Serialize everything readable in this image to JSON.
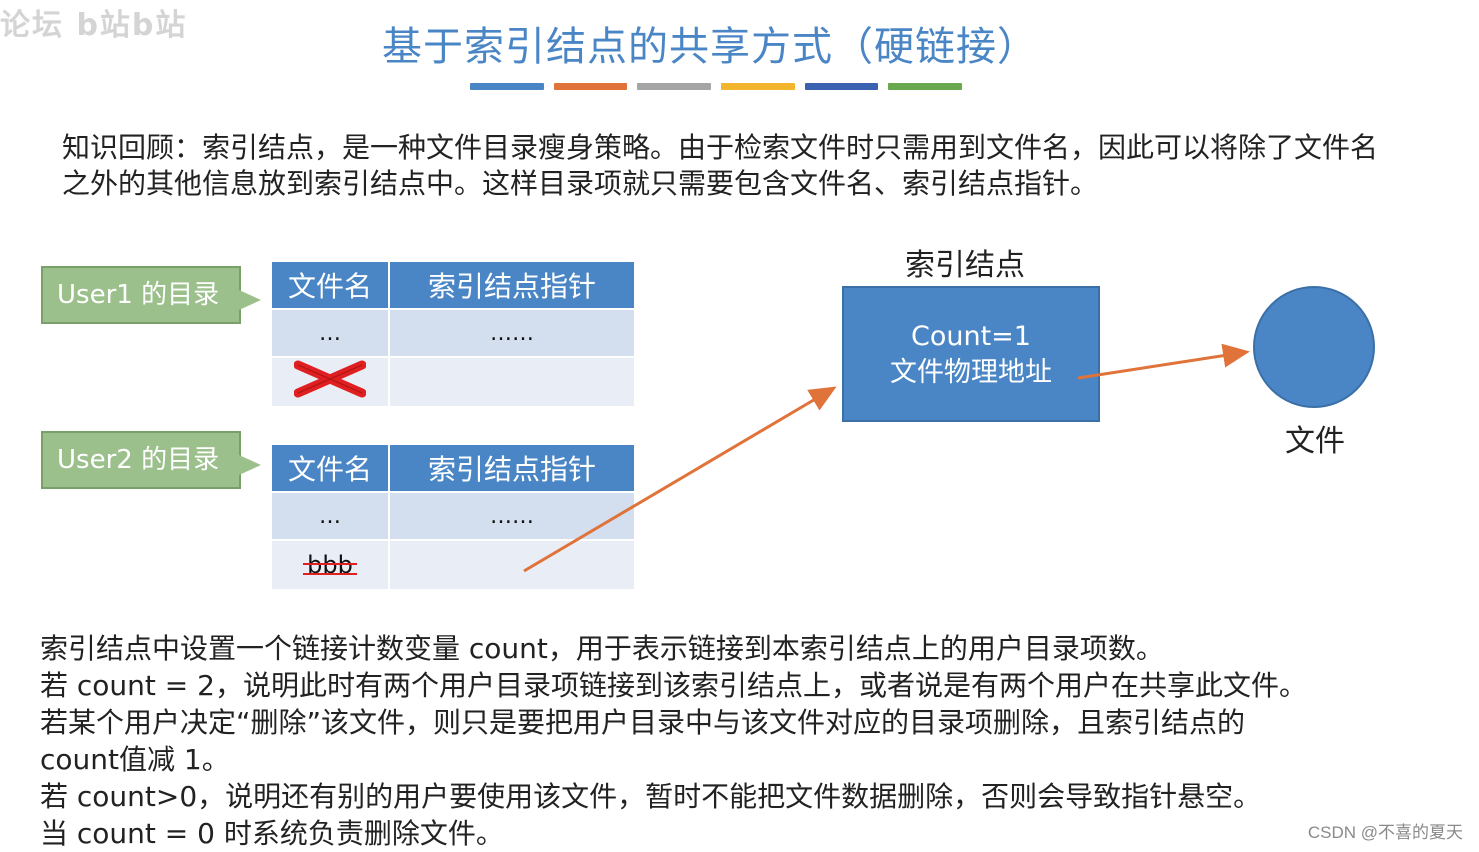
{
  "title": "基于索引结点的共享方式（硬链接）",
  "title_bar_colors": [
    "#4a86c5",
    "#e0733a",
    "#a5a5a5",
    "#f3b52b",
    "#3a62b0",
    "#6aa84f"
  ],
  "intro": "知识回顾：索引结点，是一种文件目录瘦身策略。由于检索文件时只需用到文件名，因此可以将除了文件名之外的其他信息放到索引结点中。这样目录项就只需要包含文件名、索引结点指针。",
  "user1": {
    "label": "User1 的目录",
    "table": {
      "headers": [
        "文件名",
        "索引结点指针"
      ],
      "row1": [
        "…",
        "……"
      ],
      "row2_mark": "deleted (red X)"
    }
  },
  "user2": {
    "label": "User2 的目录",
    "table": {
      "headers": [
        "文件名",
        "索引结点指针"
      ],
      "row1": [
        "…",
        "……"
      ],
      "row2": [
        "bbb",
        ""
      ]
    }
  },
  "inode": {
    "label": "索引结点",
    "count": "Count=1",
    "address": "文件物理地址"
  },
  "file": {
    "label": "文件"
  },
  "colors": {
    "accent_blue": "#4a86c5",
    "callout_green": "#9cc08c",
    "arrow_orange": "#e0733a",
    "delete_red": "#e02020"
  },
  "explanation": [
    "索引结点中设置一个链接计数变量 count，用于表示链接到本索引结点上的用户目录项数。",
    "若 count = 2，说明此时有两个用户目录项链接到该索引结点上，或者说是有两个用户在共享此文件。",
    "若某个用户决定“删除”该文件，则只是要把用户目录中与该文件对应的目录项删除，且索引结点的",
    "count值减 1。",
    "若 count>0，说明还有别的用户要使用该文件，暂时不能把文件数据删除，否则会导致指针悬空。",
    "当 count = 0 时系统负责删除文件。"
  ],
  "watermark_top": "论坛 b站b站",
  "watermark": "CSDN @不喜的夏天"
}
